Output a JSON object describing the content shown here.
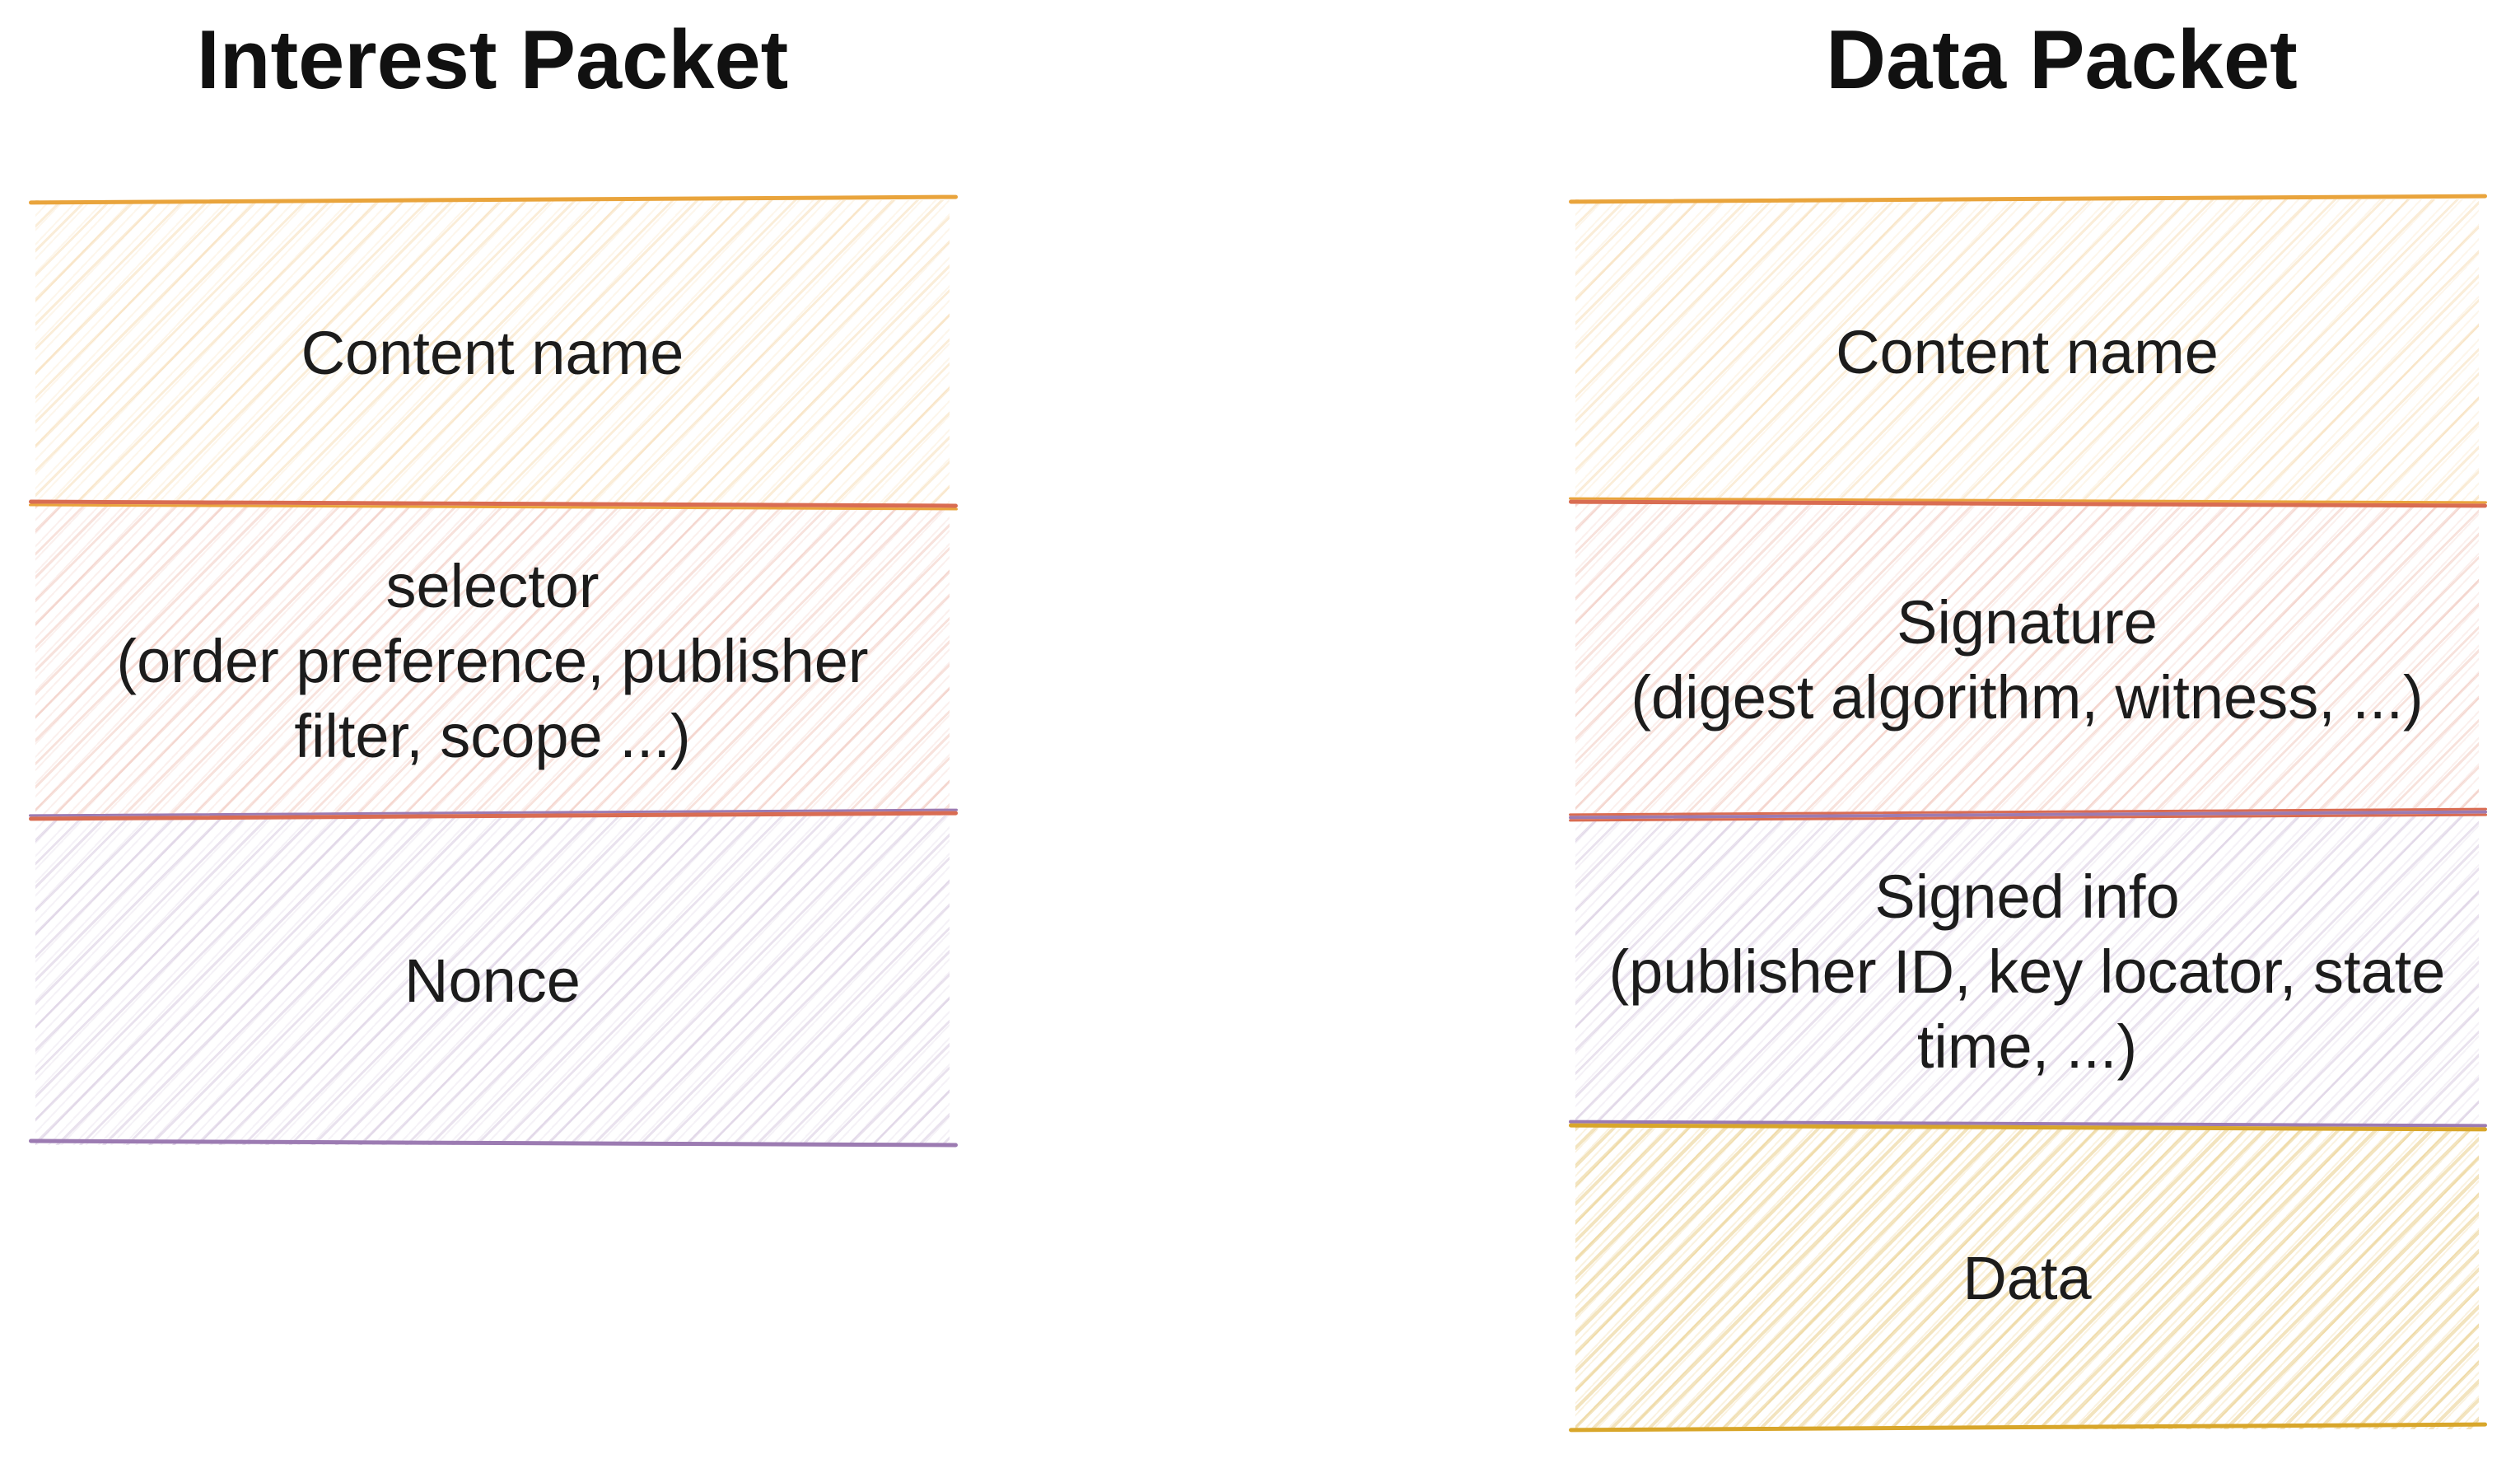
{
  "diagram": {
    "interest_packet": {
      "title": "Interest Packet",
      "sections": [
        {
          "name": "Content name",
          "lines": [
            "Content name"
          ]
        },
        {
          "name": "selector",
          "lines": [
            "selector",
            "(order preference, publisher",
            "filter, scope ...)"
          ]
        },
        {
          "name": "Nonce",
          "lines": [
            "Nonce"
          ]
        }
      ]
    },
    "data_packet": {
      "title": "Data Packet",
      "sections": [
        {
          "name": "Content name",
          "lines": [
            "Content name"
          ]
        },
        {
          "name": "Signature",
          "lines": [
            "Signature",
            "(digest algorithm, witness, ...)"
          ]
        },
        {
          "name": "Signed info",
          "lines": [
            "Signed info",
            "(publisher ID, key locator, state",
            "time, ...)"
          ]
        },
        {
          "name": "Data",
          "lines": [
            "Data"
          ]
        }
      ]
    }
  },
  "colors": {
    "text": "#1c1c1c",
    "line-orange": "#e9a43c",
    "line-red": "#d96c52",
    "line-purple": "#9c7bb2",
    "line-gold": "#d8a62a",
    "hatch-orange-strong": "rgba(233,164,60,0.20)",
    "hatch-orange-soft": "rgba(233,164,60,0.10)",
    "hatch-red-strong": "rgba(217,108,82,0.20)",
    "hatch-red-soft": "rgba(217,108,82,0.10)",
    "hatch-purple-strong": "rgba(156,123,178,0.22)",
    "hatch-purple-soft": "rgba(156,123,178,0.10)",
    "hatch-yellow-strong": "rgba(216,166,42,0.30)",
    "hatch-yellow-soft": "rgba(216,166,42,0.14)"
  }
}
